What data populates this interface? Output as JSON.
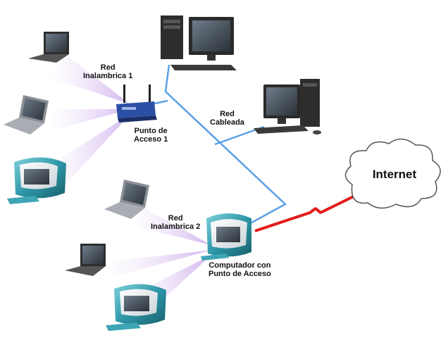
{
  "labels": {
    "red_inalambrica_1": [
      "Red",
      "Inalambrica 1"
    ],
    "punto_acceso_1": [
      "Punto de",
      "Acceso 1"
    ],
    "red_cableada": [
      "Red",
      "Cableada"
    ],
    "red_inalambrica_2": [
      "Red",
      "Inalambrica 2"
    ],
    "computador_punto_acceso": [
      "Computador con",
      "Punto de Acceso"
    ],
    "internet": "Internet"
  },
  "colors": {
    "wired_link": "#5aa0e6",
    "internet_link": "#e21b1b",
    "wireless_beam": "#c8a6e6",
    "imac_teal": "#3fa5b5",
    "cloud_outline": "#555555"
  },
  "icons": [
    "laptop-icon",
    "imac-icon",
    "desktop-pc-icon",
    "router-icon",
    "cloud-icon"
  ]
}
